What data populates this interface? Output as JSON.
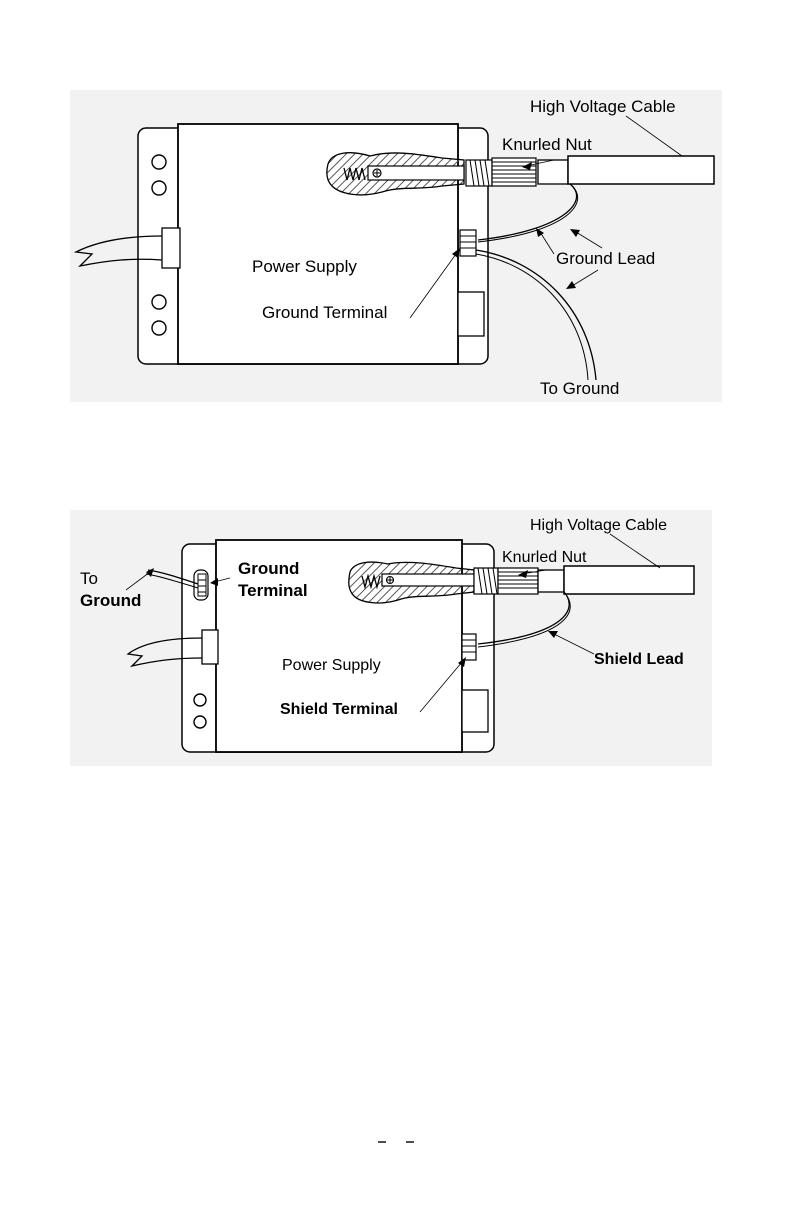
{
  "figure_1": {
    "labels": {
      "cable": "High Voltage Cable",
      "nut": "Knurled Nut",
      "supply": "Power Supply",
      "lead": "Ground Lead",
      "terminal": "Ground Terminal",
      "ground": "To Ground"
    }
  },
  "figure_2": {
    "labels": {
      "cable": "High Voltage Cable",
      "nut": "Knurled Nut",
      "to": "To",
      "ground": "Ground",
      "ground_terminal_line1": "Ground",
      "ground_terminal_line2": "Terminal",
      "supply": "Power Supply",
      "lead": "Shield Lead",
      "shield_terminal": "Shield Terminal"
    }
  },
  "colors": {
    "line": "#000000",
    "shade": "#f2f2f2",
    "hatch": "#555555"
  }
}
